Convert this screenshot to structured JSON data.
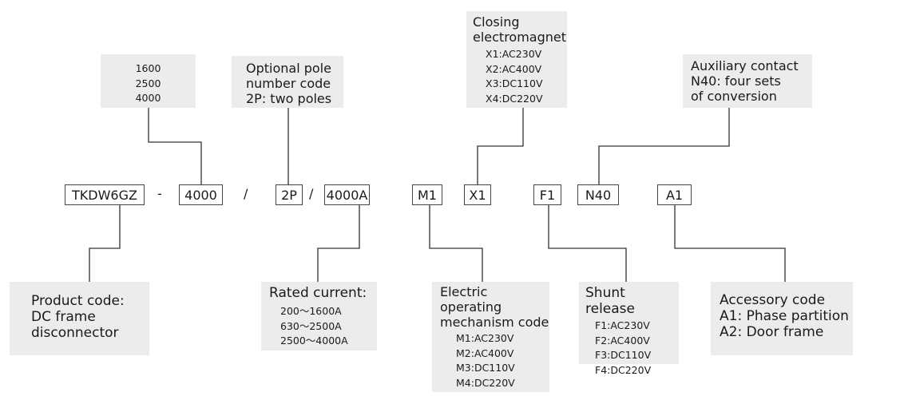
{
  "codes": {
    "product": "TKDW6GZ",
    "sep1": "-",
    "frame": "4000",
    "sep2": "/",
    "poles": "2P",
    "sep3": "/",
    "current": "4000A",
    "operating": "M1",
    "closing": "X1",
    "shunt": "F1",
    "auxiliary": "N40",
    "accessory": "A1"
  },
  "frame_box": {
    "values": [
      "1600",
      "2500",
      "4000"
    ]
  },
  "pole_box": {
    "lines": [
      "Optional pole",
      "number code",
      "2P: two poles"
    ]
  },
  "closing_box": {
    "title_lines": [
      "Closing",
      "electromagnet"
    ],
    "items": [
      "X1:AC230V",
      "X2:AC400V",
      "X3:DC110V",
      "X4:DC220V"
    ]
  },
  "aux_box": {
    "lines": [
      "Auxiliary contact",
      "N40: four sets",
      "of conversion"
    ]
  },
  "product_box": {
    "lines": [
      "Product code:",
      "DC frame",
      "disconnector"
    ]
  },
  "current_box": {
    "title": "Rated current:",
    "items": [
      "200～1600A",
      "630～2500A",
      "2500～4000A"
    ]
  },
  "operating_box": {
    "title_lines": [
      "Electric",
      "operating",
      "mechanism code"
    ],
    "items": [
      "M1:AC230V",
      "M2:AC400V",
      "M3:DC110V",
      "M4:DC220V"
    ]
  },
  "shunt_box": {
    "title": "Shunt release",
    "items": [
      "F1:AC230V",
      "F2:AC400V",
      "F3:DC110V",
      "F4:DC220V"
    ]
  },
  "accessory_box": {
    "lines": [
      "Accessory code",
      "A1: Phase partition",
      "A2: Door frame"
    ]
  },
  "colors": {
    "box_fill": "#ececec",
    "line": "#333333",
    "code_border": "#444444"
  }
}
